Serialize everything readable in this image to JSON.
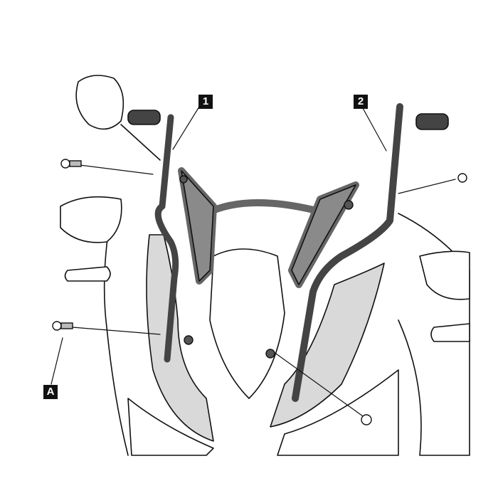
{
  "callouts": {
    "bracket_left": "1",
    "bracket_right": "2",
    "screw": "A"
  },
  "colors": {
    "outline": "#111111",
    "bracket": "#555555",
    "fairing_shade": "#d9d9d9",
    "frame": "#8a8a8a"
  }
}
